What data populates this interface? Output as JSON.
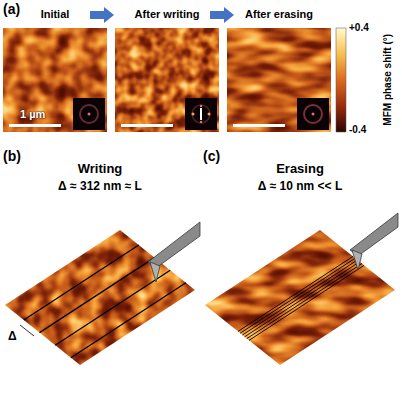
{
  "diagram": {
    "labels": [
      "(a)",
      "Initial",
      "After writing",
      "After erasing",
      "+0.4",
      "MFM phase shift (°)",
      "-0.4",
      "1 µm",
      "(b)",
      "Writing",
      "Δ ≈ 312 nm ≈ L",
      "(c)",
      "Erasing",
      "Δ ≈ 10 nm << L",
      "Δ"
    ]
  }
}
